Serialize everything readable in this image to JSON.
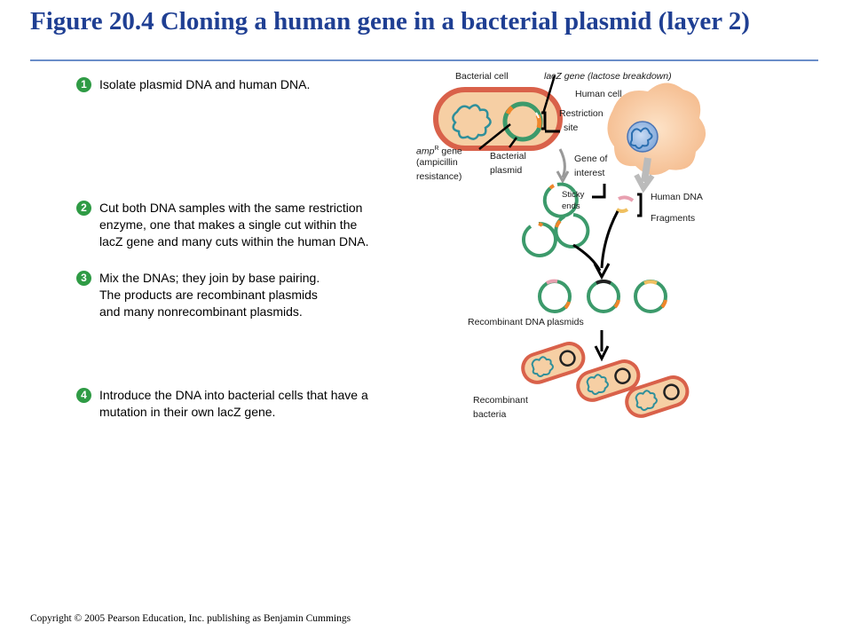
{
  "title": "Figure 20.4 Cloning a human gene in a bacterial plasmid (layer 2)",
  "steps": [
    {
      "number": "1",
      "lines": [
        "Isolate plasmid DNA and human DNA."
      ]
    },
    {
      "number": "2",
      "lines": [
        "Cut both DNA samples with the same restriction",
        "enzyme, one that makes a single cut within the",
        "lacZ gene and many cuts within the human DNA."
      ]
    },
    {
      "number": "3",
      "lines": [
        "Mix the DNAs; they join by base pairing.",
        "The products are recombinant plasmids",
        "and many nonrecombinant plasmids."
      ]
    },
    {
      "number": "4",
      "lines": [
        "Introduce the DNA into bacterial cells that have a",
        "mutation in their own lacZ gene."
      ]
    }
  ],
  "labels": {
    "bacterial_cell": "Bacterial cell",
    "lacz_gene": "lacZ gene (lactose breakdown)",
    "human_cell": "Human cell",
    "restriction_1": "Restriction",
    "restriction_2": "site",
    "amp_1_prefix": "amp",
    "amp_1_sup": "R",
    "amp_1_suffix": " gene",
    "amp_2": "(ampicillin",
    "amp_3": "resistance)",
    "bact_plasmid_1": "Bacterial",
    "bact_plasmid_2": "plasmid",
    "gene_interest_1": "Gene of",
    "gene_interest_2": "interest",
    "sticky_1": "Sticky",
    "sticky_2": "ends",
    "human_dna": "Human DNA",
    "fragments": "Fragments",
    "recombinant_plasmids": "Recombinant DNA plasmids",
    "recombinant_bacteria_1": "Recombinant",
    "recombinant_bacteria_2": "bacteria"
  },
  "copyright": "Copyright © 2005 Pearson Education, Inc. publishing as Benjamin Cummings",
  "colors": {
    "title": "#1f3f93",
    "rule": "#6a8ec9",
    "step_badge": "#2f9b45",
    "cell_membrane": "#d9614a",
    "cell_fill": "#f6cfa4",
    "plasmid": "#3c9a6b",
    "lacz": "#f0862a",
    "dna_blue": "#2b8ac4",
    "human_cell": "#f7c8a0"
  }
}
